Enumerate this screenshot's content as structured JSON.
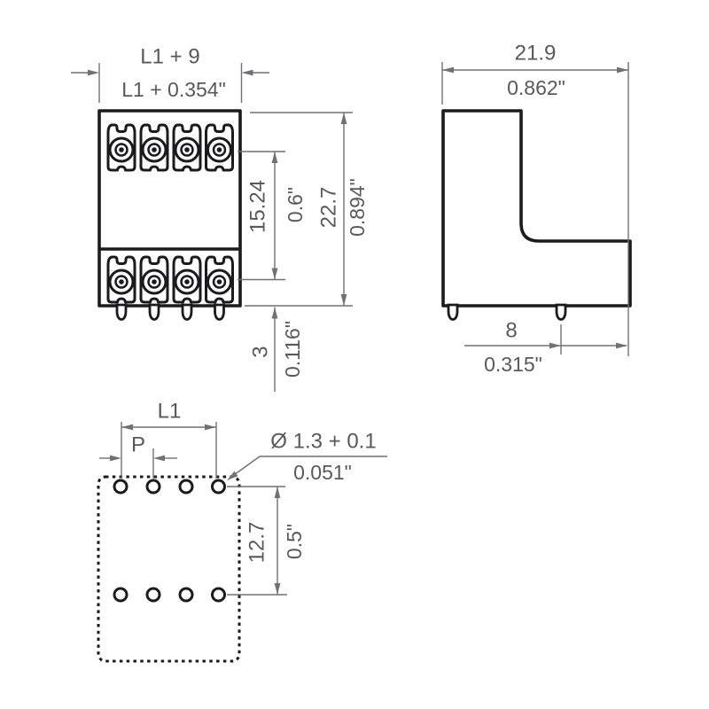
{
  "drawing": {
    "kind": "connector-dimensional-drawing",
    "colors": {
      "body_line": "#1b1b1d",
      "dimension_line": "#707175",
      "label_text": "#58595b",
      "background": "#ffffff"
    }
  },
  "front_view": {
    "width_mm": "L1 + 9",
    "width_in": "L1 + 0.354\"",
    "row_spacing_mm": "15.24",
    "row_spacing_in": "0.6\"",
    "height_mm": "22.7",
    "height_in": "0.894\"",
    "pin_length_mm": "3",
    "pin_length_in": "0.116\""
  },
  "side_view": {
    "depth_mm": "21.9",
    "depth_in": "0.862\"",
    "pin_to_edge_mm": "8",
    "pin_to_edge_in": "0.315\""
  },
  "drill_plan": {
    "span_label": "L1",
    "pitch_label": "P",
    "hole_diameter_mm": "Ø 1.3 + 0.1",
    "hole_diameter_in": "0.051\"",
    "row_spacing_mm": "12.7",
    "row_spacing_in": "0.5\""
  }
}
